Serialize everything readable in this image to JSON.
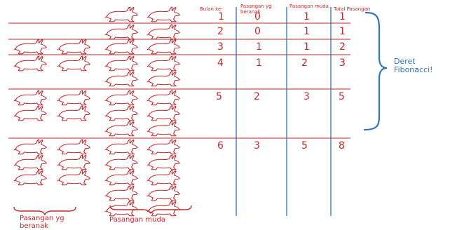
{
  "header": {
    "month": "Bulan ke-",
    "breeding_pairs": "Pasangan yg beranak",
    "young_pairs": "Pasangan muda",
    "total_pairs": "Total Pasangan"
  },
  "rows": [
    {
      "month": "1",
      "breeding": "0",
      "young": "1",
      "total": "1",
      "breeding_rabbits": 0,
      "young_rabbits": 2
    },
    {
      "month": "2",
      "breeding": "0",
      "young": "1",
      "total": "1",
      "breeding_rabbits": 0,
      "young_rabbits": 2
    },
    {
      "month": "3",
      "breeding": "1",
      "young": "1",
      "total": "2",
      "breeding_rabbits": 2,
      "young_rabbits": 2
    },
    {
      "month": "4",
      "breeding": "1",
      "young": "2",
      "total": "3",
      "breeding_rabbits": 2,
      "young_rabbits": 4
    },
    {
      "month": "5",
      "breeding": "2",
      "young": "3",
      "total": "5",
      "breeding_rabbits": 4,
      "young_rabbits": 6
    },
    {
      "month": "6",
      "breeding": "3",
      "young": "5",
      "total": "8",
      "breeding_rabbits": 6,
      "young_rabbits": 10
    }
  ],
  "brace_label": "Deret Fibonacci!",
  "captions": {
    "breeding": "Pasangan yg beranak",
    "young": "Pasangan muda"
  },
  "colors": {
    "ink": "#c0282d",
    "rule": "#2f74b8",
    "background": "#ffffff"
  },
  "icon": "rabbit-icon"
}
